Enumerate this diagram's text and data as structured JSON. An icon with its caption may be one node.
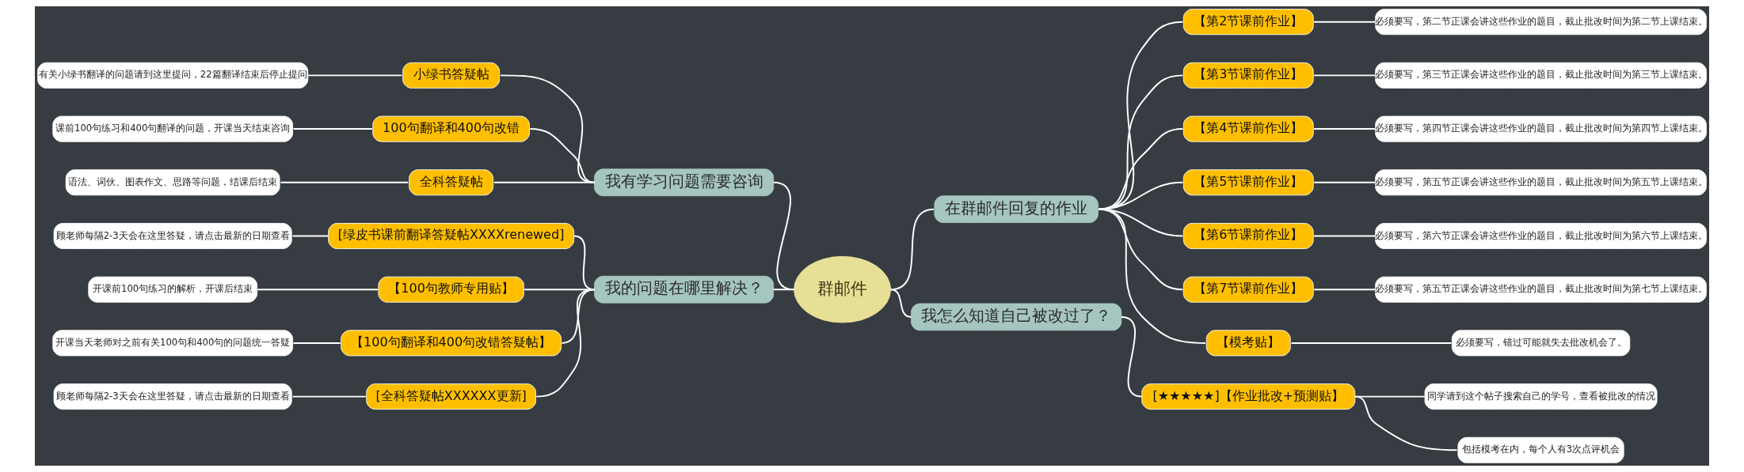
{
  "diagram": {
    "nodes": [
      {
        "text": [
          "群邮件"
        ]
      },
      {
        "text": [
          "我有学习问题需要咨询"
        ]
      },
      {
        "text": [
          "小绿书答疑帖"
        ]
      },
      {
        "text": [
          "有关小绿书翻译的问题请到这里提问，22篇翻译结束后停止提问"
        ]
      },
      {
        "text": [
          "100句翻译和400句改错"
        ]
      },
      {
        "text": [
          "课前100句练习和400句翻译的问题，开课当天结束咨询"
        ]
      },
      {
        "text": [
          "全科答疑帖"
        ]
      },
      {
        "text": [
          "语法、词伙、图表作文、思路等问题，结课后结束"
        ]
      },
      {
        "text": [
          "在群邮件回复的作业"
        ]
      },
      {
        "text": [
          "【第2节课前作业】"
        ]
      },
      {
        "text": [
          "必须要写，第二节正课会讲这些作业的题目，截止批改时间为第二节上课结束。"
        ]
      },
      {
        "text": [
          "【第3节课前作业】"
        ]
      },
      {
        "text": [
          "必须要写，第三节正课会讲这些作业的题目，截止批改时间为第三节上课结束。"
        ]
      },
      {
        "text": [
          "【第4节课前作业】"
        ]
      },
      {
        "text": [
          "必须要写，第四节正课会讲这些作业的题目，截止批改时间为第四节上课结束。"
        ]
      },
      {
        "text": [
          "【第5节课前作业】"
        ]
      },
      {
        "text": [
          "必须要写，第五节正课会讲这些作业的题目，截止批改时间为第五节上课结束。"
        ]
      },
      {
        "text": [
          "【第6节课前作业】"
        ]
      },
      {
        "text": [
          "必须要写，第六节正课会讲这些作业的题目，截止批改时间为第六节上课结束。"
        ]
      },
      {
        "text": [
          "【第7节课前作业】"
        ]
      },
      {
        "text": [
          "必须要写，第五节正课会讲这些作业的题目，截止批改时间为第七节上课结束。"
        ]
      },
      {
        "text": [
          "【模考贴】"
        ]
      },
      {
        "text": [
          "必须要写，错过可能就失去批改机会了。"
        ]
      },
      {
        "text": [
          "我的问题在哪里解决？"
        ]
      },
      {
        "text": [
          "[绿皮书课前翻译答疑帖XXXXrenewed]"
        ]
      },
      {
        "text": [
          "顾老师每隔2-3天会在这里答疑，请点击最新的日期查看"
        ]
      },
      {
        "text": [
          "【100句教师专用贴】"
        ]
      },
      {
        "text": [
          "开课前100句练习的解析，开课后结束"
        ]
      },
      {
        "text": [
          "【100句翻译和400句改错答疑帖】"
        ]
      },
      {
        "text": [
          "开课当天老师对之前有关100句和400句的问题统一答疑"
        ]
      },
      {
        "text": [
          "[全科答疑帖XXXXXX更新]"
        ]
      },
      {
        "text": [
          "顾老师每隔2-3天会在这里答疑，请点击最新的日期查看"
        ]
      },
      {
        "text": [
          "我怎么知道自己被改过了？"
        ]
      },
      {
        "text": [
          "[★★★★★]【作业批改+预测贴】"
        ]
      },
      {
        "text": [
          "同学请到这个帖子搜索自己的学号，查看被批改的情况"
        ]
      },
      {
        "text": [
          "包括模考在内，每个人有3次点评机会"
        ]
      }
    ],
    "edges": [
      {
        "from": 0,
        "to": 1,
        "arrow": "none"
      },
      {
        "from": 1,
        "to": 2,
        "arrow": "none"
      },
      {
        "from": 2,
        "to": 3,
        "arrow": "none"
      },
      {
        "from": 1,
        "to": 4,
        "arrow": "none"
      },
      {
        "from": 4,
        "to": 5,
        "arrow": "none"
      },
      {
        "from": 1,
        "to": 6,
        "arrow": "none"
      },
      {
        "from": 6,
        "to": 7,
        "arrow": "none"
      },
      {
        "from": 0,
        "to": 8,
        "arrow": "none"
      },
      {
        "from": 8,
        "to": 9,
        "arrow": "none"
      },
      {
        "from": 9,
        "to": 10,
        "arrow": "none"
      },
      {
        "from": 8,
        "to": 11,
        "arrow": "none"
      },
      {
        "from": 11,
        "to": 12,
        "arrow": "none"
      },
      {
        "from": 8,
        "to": 13,
        "arrow": "none"
      },
      {
        "from": 13,
        "to": 14,
        "arrow": "none"
      },
      {
        "from": 8,
        "to": 15,
        "arrow": "none"
      },
      {
        "from": 15,
        "to": 16,
        "arrow": "none"
      },
      {
        "from": 8,
        "to": 17,
        "arrow": "none"
      },
      {
        "from": 17,
        "to": 18,
        "arrow": "none"
      },
      {
        "from": 8,
        "to": 19,
        "arrow": "none"
      },
      {
        "from": 19,
        "to": 20,
        "arrow": "none"
      },
      {
        "from": 8,
        "to": 21,
        "arrow": "none"
      },
      {
        "from": 21,
        "to": 22,
        "arrow": "none"
      },
      {
        "from": 0,
        "to": 23,
        "arrow": "none"
      },
      {
        "from": 23,
        "to": 24,
        "arrow": "none"
      },
      {
        "from": 24,
        "to": 25,
        "arrow": "none"
      },
      {
        "from": 23,
        "to": 26,
        "arrow": "none"
      },
      {
        "from": 26,
        "to": 27,
        "arrow": "none"
      },
      {
        "from": 23,
        "to": 28,
        "arrow": "none"
      },
      {
        "from": 28,
        "to": 29,
        "arrow": "none"
      },
      {
        "from": 23,
        "to": 30,
        "arrow": "none"
      },
      {
        "from": 30,
        "to": 31,
        "arrow": "none"
      },
      {
        "from": 0,
        "to": 32,
        "arrow": "none"
      },
      {
        "from": 32,
        "to": 33,
        "arrow": "none"
      },
      {
        "from": 33,
        "to": 34,
        "arrow": "none"
      },
      {
        "from": 33,
        "to": 35,
        "arrow": "none"
      }
    ]
  }
}
